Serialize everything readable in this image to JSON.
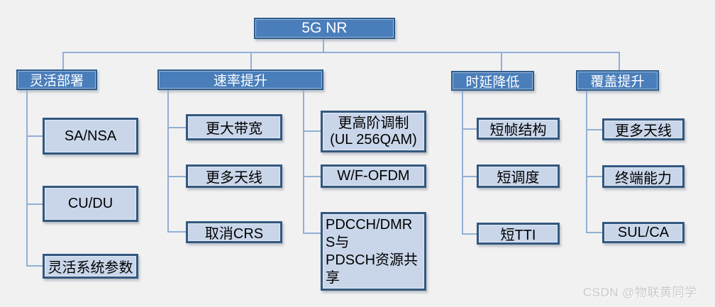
{
  "root": {
    "label": "5G NR"
  },
  "branches": [
    {
      "label": "灵活部署",
      "children": [
        {
          "label": "SA/NSA"
        },
        {
          "label": "CU/DU"
        },
        {
          "label": "灵活系统参数"
        }
      ]
    },
    {
      "label": "速率提升",
      "children_left": [
        {
          "label": "更大带宽"
        },
        {
          "label": "更多天线"
        },
        {
          "label": "取消CRS"
        }
      ],
      "children_right": [
        {
          "label": "更高阶调制\n(UL 256QAM)"
        },
        {
          "label": "W/F-OFDM"
        },
        {
          "label": "PDCCH/DMRS与\nPDSCH资源共享"
        }
      ]
    },
    {
      "label": "时延降低",
      "children": [
        {
          "label": "短帧结构"
        },
        {
          "label": "短调度"
        },
        {
          "label": "短TTI"
        }
      ]
    },
    {
      "label": "覆盖提升",
      "children": [
        {
          "label": "更多天线"
        },
        {
          "label": "终端能力"
        },
        {
          "label": "SUL/CA"
        }
      ]
    }
  ],
  "watermark": "CSDN @物联黄同学",
  "colors": {
    "node_fill": "#4a7ebb",
    "node_border": "#2e5c8a",
    "child_fill": "#c9d6ea",
    "child_border": "#33587e",
    "line": "#93afd4",
    "background": "#f1f1f2",
    "watermark": "#c9c9c9"
  }
}
